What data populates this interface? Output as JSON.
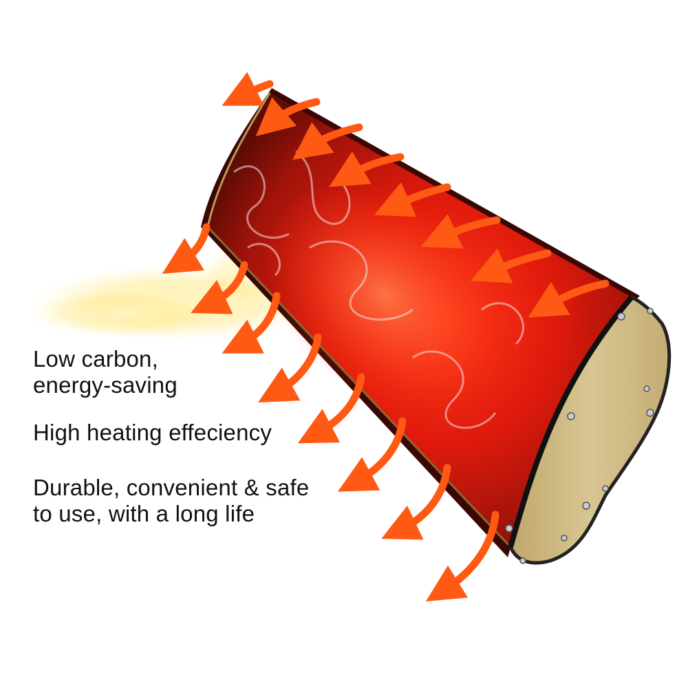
{
  "features": [
    {
      "lines": [
        "Low carbon,",
        "energy-saving"
      ]
    },
    {
      "lines": [
        "High heating effeciency"
      ]
    },
    {
      "lines": [
        "Durable, convenient & safe",
        "to use, with a long life"
      ]
    }
  ],
  "colors": {
    "panel_center": "#ff2a12",
    "panel_edge": "#6e0d06",
    "arrow": "#ff5a14",
    "end_cap": "#d4c08a",
    "flame": "#fff0a8"
  },
  "icons": [
    "heat-arrow-icon",
    "screw-icon",
    "heater-product-image",
    "smoke-wisp",
    "flame-glow"
  ]
}
